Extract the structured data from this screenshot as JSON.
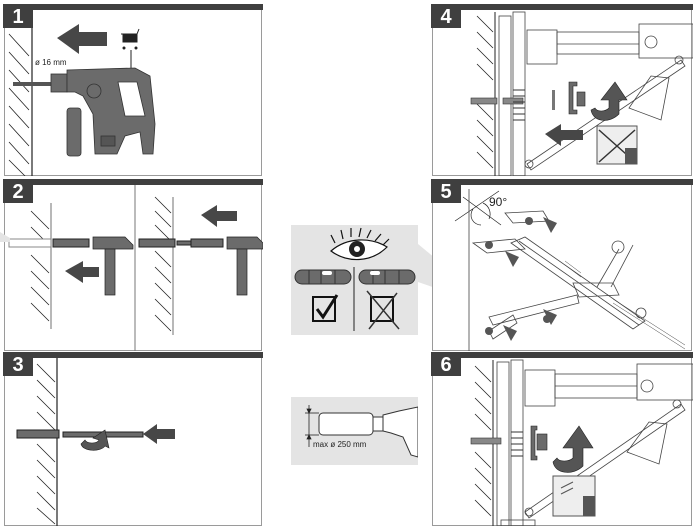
{
  "document": {
    "type": "installation-instructions",
    "steps": [
      {
        "number": "1",
        "label": "ø 16 mm",
        "icons": [
          "drill-arrow-icon",
          "shopping-cart-icon",
          "hammer-drill-icon"
        ]
      },
      {
        "number": "2",
        "icons": [
          "anchor-icon",
          "hammer-icon",
          "push-arrow-icon"
        ]
      },
      {
        "number": "3",
        "icons": [
          "threaded-rod-icon",
          "rotate-arrow-icon",
          "push-arrow-icon"
        ]
      },
      {
        "number": "4",
        "icons": [
          "drill-stand-icon",
          "nut-washer-icon",
          "rotate-arrow-icon",
          "no-hand-tighten-icon"
        ]
      },
      {
        "number": "5",
        "angle_label": "90°",
        "icons": [
          "drill-stand-icon",
          "adjust-screws-icon"
        ]
      },
      {
        "number": "6",
        "icons": [
          "drill-stand-icon",
          "rotate-arrow-icon",
          "hand-tighten-icon"
        ]
      }
    ],
    "callouts": [
      {
        "name": "level-check",
        "icons": [
          "eye-icon",
          "spirit-level-ok-icon",
          "spirit-level-bad-icon",
          "checkbox-checked-icon",
          "checkbox-crossed-icon"
        ]
      },
      {
        "name": "core-bit-max",
        "label": "max ø 250 mm"
      }
    ]
  },
  "colors": {
    "bar": "#3f3f3f",
    "tool": "#6b6b6b",
    "arrow": "#4a4a4a",
    "callout": "#e4e4e4"
  }
}
